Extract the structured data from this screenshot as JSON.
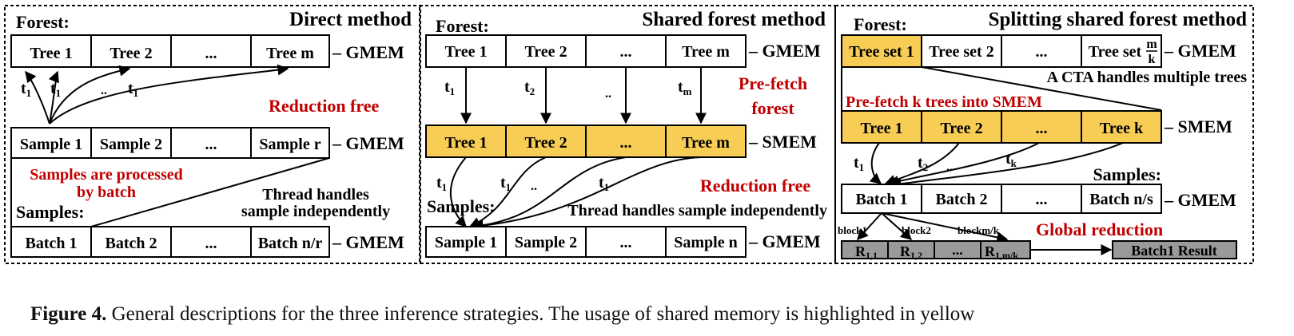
{
  "colors": {
    "smem_fill": "#f7cd56",
    "gray_fill": "#9a9a9a",
    "red_text": "#c00000",
    "line": "#000000"
  },
  "panel_direct": {
    "title": "Direct method",
    "forest_label": "Forest:",
    "trees": [
      "Tree 1",
      "Tree 2",
      "...",
      "Tree m"
    ],
    "tree_mem": "GMEM",
    "thread_labels": [
      "t",
      "t",
      "..",
      "t"
    ],
    "thread_subs": [
      "1",
      "1",
      "",
      "1"
    ],
    "reduction": "Reduction free",
    "samples": [
      "Sample 1",
      "Sample 2",
      "...",
      "Sample r"
    ],
    "samples_mem": "GMEM",
    "note_red_1": "Samples are processed",
    "note_red_2": "by batch",
    "note_1": "Thread handles",
    "note_2": "sample independently",
    "samples_label": "Samples:",
    "batches": [
      "Batch 1",
      "Batch 2",
      "...",
      "Batch n/r"
    ],
    "batches_mem": "GMEM"
  },
  "panel_shared": {
    "title": "Shared forest method",
    "forest_label": "Forest:",
    "trees": [
      "Tree 1",
      "Tree 2",
      "...",
      "Tree m"
    ],
    "tree_mem": "GMEM",
    "down_labels": [
      "t",
      "t",
      "..",
      "t"
    ],
    "down_subs": [
      "1",
      "2",
      "",
      "m"
    ],
    "prefetch_1": "Pre-fetch",
    "prefetch_2": "forest",
    "smem_trees": [
      "Tree 1",
      "Tree 2",
      "...",
      "Tree m"
    ],
    "smem_mem": "SMEM",
    "curve_labels": [
      "t",
      "t",
      "..",
      "t"
    ],
    "curve_subs": [
      "1",
      "1",
      "",
      "1"
    ],
    "reduction": "Reduction free",
    "samples_label": "Samples:",
    "note": "Thread handles sample independently",
    "samples": [
      "Sample 1",
      "Sample 2",
      "...",
      "Sample n"
    ],
    "samples_mem": "GMEM"
  },
  "panel_split": {
    "title": "Splitting shared forest method",
    "forest_label": "Forest:",
    "tree_sets": [
      "Tree set 1",
      "Tree set 2",
      "...",
      "Tree set"
    ],
    "frac_num": "m",
    "frac_den": "k",
    "tree_mem": "GMEM",
    "cta_note": "A CTA handles multiple trees",
    "prefetch": "Pre-fetch k trees into SMEM",
    "smem_trees": [
      "Tree 1",
      "Tree 2",
      "...",
      "Tree k"
    ],
    "smem_mem": "SMEM",
    "thread_labels": [
      "t",
      "t",
      "..",
      "t"
    ],
    "thread_subs": [
      "1",
      "2",
      "",
      "k"
    ],
    "samples_label": "Samples:",
    "batches": [
      "Batch 1",
      "Batch 2",
      "...",
      "Batch n/s"
    ],
    "batches_mem": "GMEM",
    "block_labels": [
      "block1",
      "block2",
      "blockm/k"
    ],
    "global_reduction": "Global reduction",
    "results": [
      "R",
      "R",
      "...",
      "R"
    ],
    "result_subs": [
      "1,1",
      "1,2",
      "",
      "1,m/k"
    ],
    "final": "Batch1 Result"
  },
  "caption": {
    "label": "Figure 4.",
    "text": "General descriptions for the three inference strategies. The usage of shared memory is highlighted in yellow"
  }
}
